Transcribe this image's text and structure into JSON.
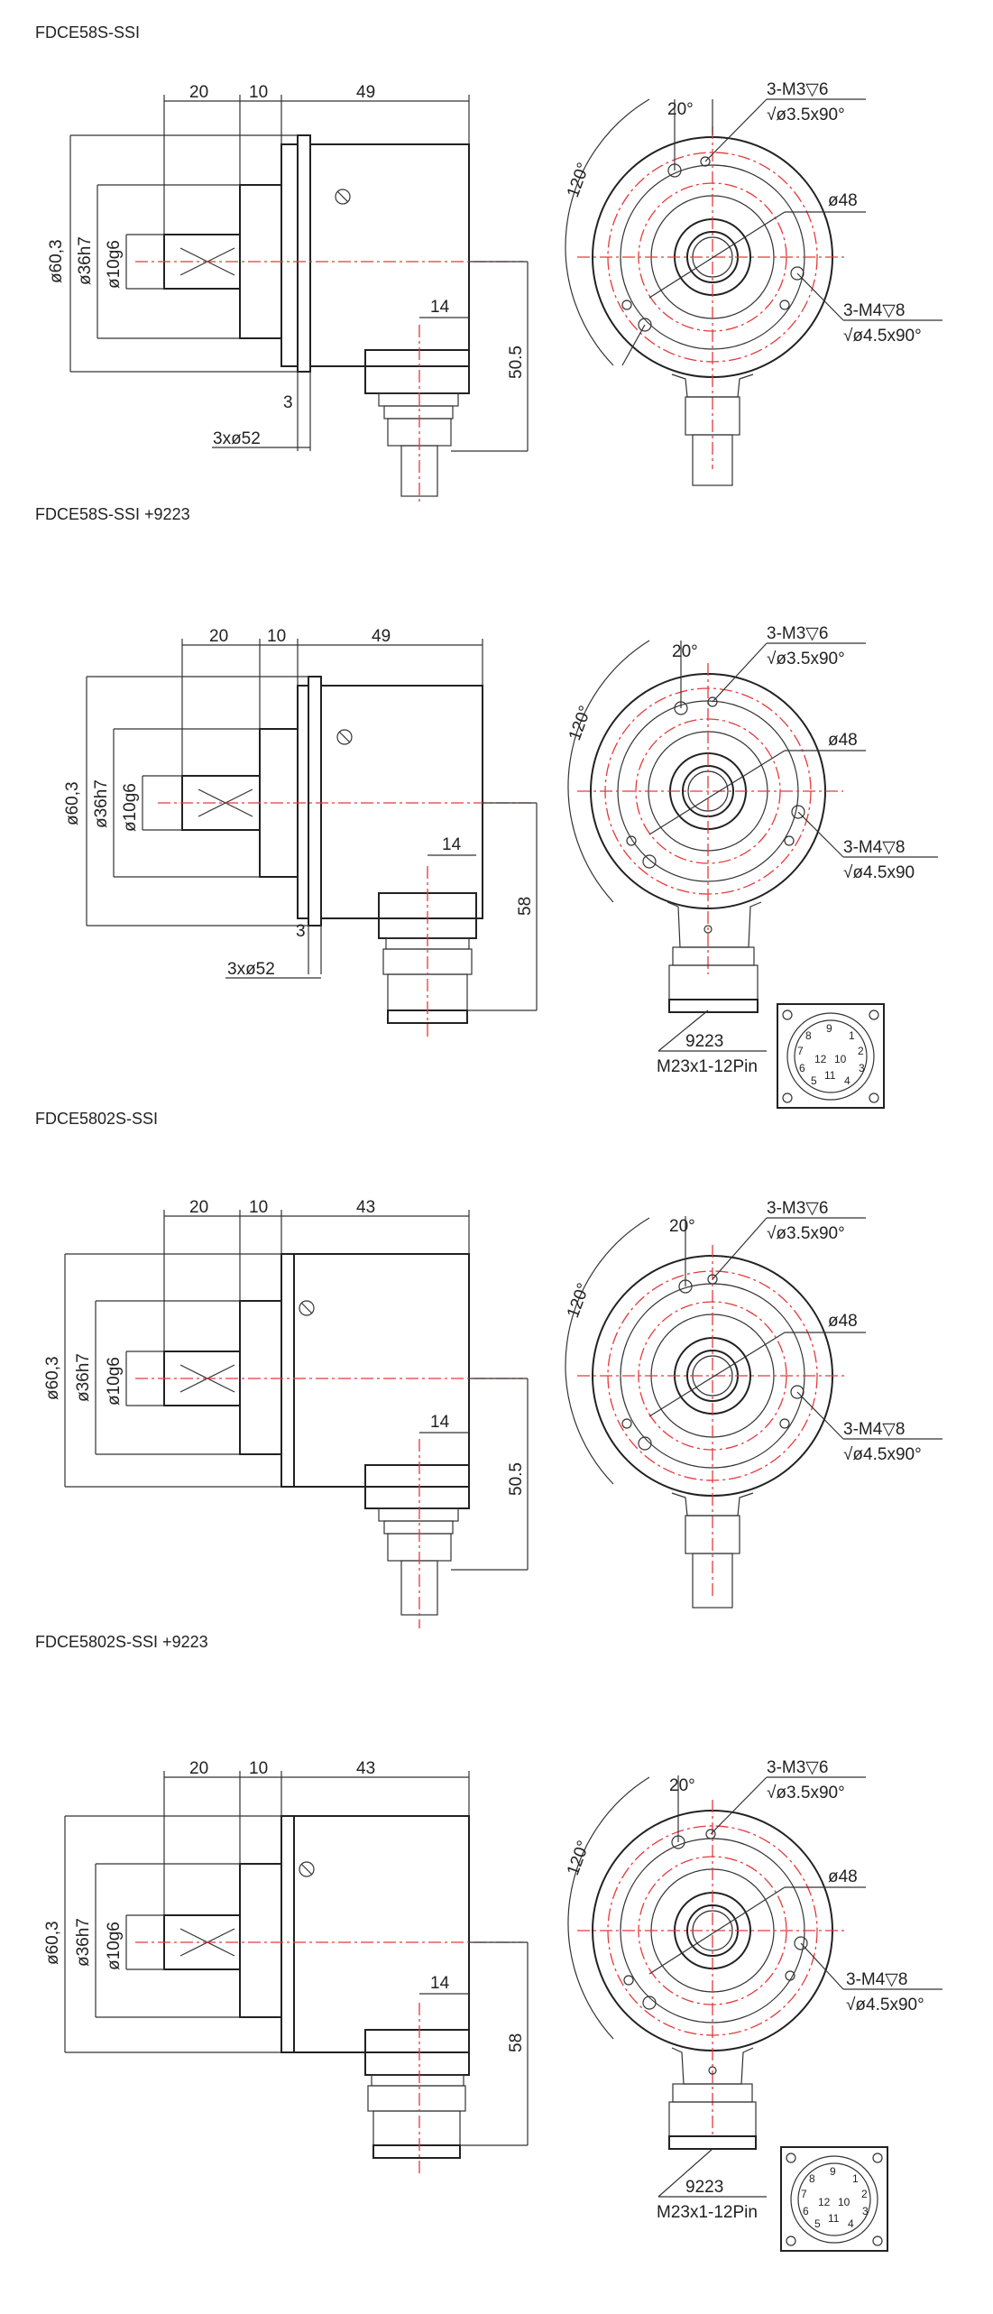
{
  "sections": [
    {
      "title": "FDCE58S-SSI",
      "dims": {
        "shaft": "20",
        "flange": "10",
        "body": "49",
        "d_outer": "ø60,3",
        "d_spigot": "ø36h7",
        "d_shaft": "ø10g6",
        "conn_offset": "14",
        "height": "50.5",
        "gap": "3",
        "holes_ring": "3xø52"
      },
      "front": {
        "angle_top": "20°",
        "angle_side": "120°",
        "holes_a1": "3-M3▽6",
        "holes_a2": "√ø3.5x90°",
        "pcd": "ø48",
        "holes_b1": "3-M4▽8",
        "holes_b2": "√ø4.5x90°"
      },
      "connector": null
    },
    {
      "title": "FDCE58S-SSI +9223",
      "dims": {
        "shaft": "20",
        "flange": "10",
        "body": "49",
        "d_outer": "ø60,3",
        "d_spigot": "ø36h7",
        "d_shaft": "ø10g6",
        "conn_offset": "14",
        "height": "58",
        "gap": "3",
        "holes_ring": "3xø52"
      },
      "front": {
        "angle_top": "20°",
        "angle_side": "120°",
        "holes_a1": "3-M3▽6",
        "holes_a2": "√ø3.5x90°",
        "pcd": "ø48",
        "holes_b1": "3-M4▽8",
        "holes_b2": "√ø4.5x90"
      },
      "connector": {
        "code": "9223",
        "spec": "M23x1-12Pin",
        "pins": [
          "9",
          "8",
          "1",
          "7",
          "12",
          "10",
          "2",
          "6",
          "3",
          "5",
          "11",
          "4"
        ]
      }
    },
    {
      "title": "FDCE5802S-SSI",
      "dims": {
        "shaft": "20",
        "flange": "10",
        "body": "43",
        "d_outer": "ø60,3",
        "d_spigot": "ø36h7",
        "d_shaft": "ø10g6",
        "conn_offset": "14",
        "height": "50.5",
        "gap": "",
        "holes_ring": ""
      },
      "front": {
        "angle_top": "20°",
        "angle_side": "120°",
        "holes_a1": "3-M3▽6",
        "holes_a2": "√ø3.5x90°",
        "pcd": "ø48",
        "holes_b1": "3-M4▽8",
        "holes_b2": "√ø4.5x90°"
      },
      "connector": null
    },
    {
      "title": "FDCE5802S-SSI +9223",
      "dims": {
        "shaft": "20",
        "flange": "10",
        "body": "43",
        "d_outer": "ø60,3",
        "d_spigot": "ø36h7",
        "d_shaft": "ø10g6",
        "conn_offset": "14",
        "height": "58",
        "gap": "",
        "holes_ring": ""
      },
      "front": {
        "angle_top": "20°",
        "angle_side": "120°",
        "holes_a1": "3-M3▽6",
        "holes_a2": "√ø3.5x90°",
        "pcd": "ø48",
        "holes_b1": "3-M4▽8",
        "holes_b2": "√ø4.5x90°"
      },
      "connector": {
        "code": "9223",
        "spec": "M23x1-12Pin",
        "pins": [
          "9",
          "8",
          "1",
          "7",
          "12",
          "10",
          "2",
          "6",
          "3",
          "5",
          "11",
          "4"
        ]
      }
    }
  ]
}
